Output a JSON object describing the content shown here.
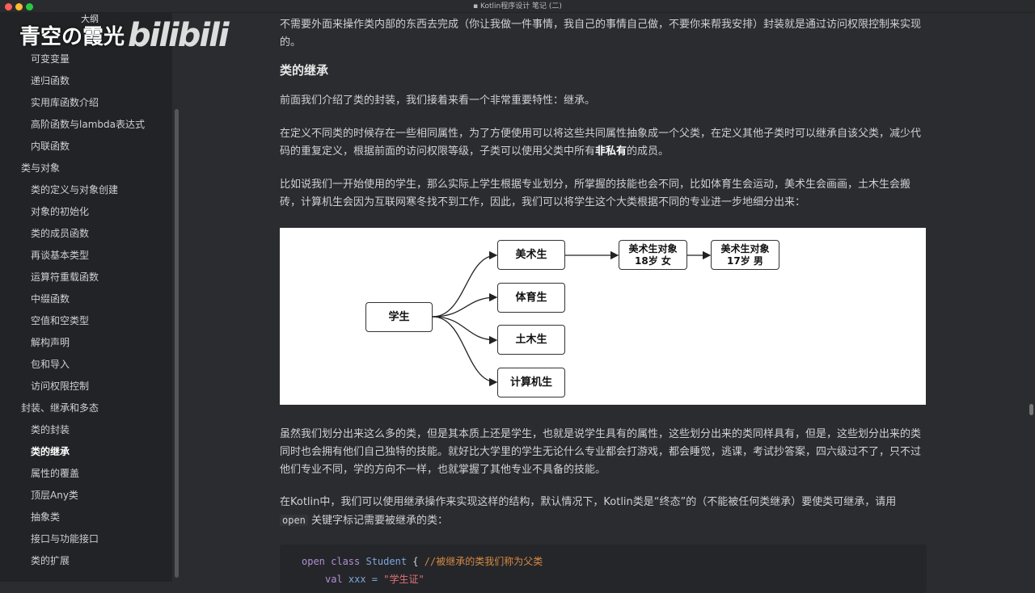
{
  "window": {
    "title": "Kotlin程序设计 笔记 (二)",
    "colors": {
      "close": "#fe5f57",
      "min": "#febc2e",
      "max": "#28c840"
    }
  },
  "watermark": {
    "channel": "青空の霞光",
    "logo": "bilibili",
    "outline_label": "大纲"
  },
  "sidebar": {
    "items": [
      {
        "label": "可变变量",
        "level": 2
      },
      {
        "label": "递归函数",
        "level": 2
      },
      {
        "label": "实用库函数介绍",
        "level": 2
      },
      {
        "label": "高阶函数与lambda表达式",
        "level": 2
      },
      {
        "label": "内联函数",
        "level": 2
      },
      {
        "label": "类与对象",
        "level": 1
      },
      {
        "label": "类的定义与对象创建",
        "level": 2
      },
      {
        "label": "对象的初始化",
        "level": 2
      },
      {
        "label": "类的成员函数",
        "level": 2
      },
      {
        "label": "再谈基本类型",
        "level": 2
      },
      {
        "label": "运算符重载函数",
        "level": 2
      },
      {
        "label": "中缀函数",
        "level": 2
      },
      {
        "label": "空值和空类型",
        "level": 2
      },
      {
        "label": "解构声明",
        "level": 2
      },
      {
        "label": "包和导入",
        "level": 2
      },
      {
        "label": "访问权限控制",
        "level": 2
      },
      {
        "label": "封装、继承和多态",
        "level": 1
      },
      {
        "label": "类的封装",
        "level": 2
      },
      {
        "label": "类的继承",
        "level": 2,
        "active": true
      },
      {
        "label": "属性的覆盖",
        "level": 2
      },
      {
        "label": "顶层Any类",
        "level": 2
      },
      {
        "label": "抽象类",
        "level": 2
      },
      {
        "label": "接口与功能接口",
        "level": 2
      },
      {
        "label": "类的扩展",
        "level": 2
      }
    ]
  },
  "content": {
    "intro_tail": "不需要外面来操作类内部的东西去完成（你让我做一件事情，我自己的事情自己做，不要你来帮我安排）封装就是通过访问权限控制来实现的。",
    "heading": "类的继承",
    "p1": "前面我们介绍了类的封装，我们接着来看一个非常重要特性：继承。",
    "p2a": "在定义不同类的时候存在一些相同属性，为了方便使用可以将这些共同属性抽象成一个父类，在定义其他子类时可以继承自该父类，减少代码的重复定义，根据前面的访问权限等级，子类可以使用父类中所有",
    "p2b": "非私有",
    "p2c": "的成员。",
    "p3": "比如说我们一开始使用的学生，那么实际上学生根据专业划分，所掌握的技能也会不同，比如体育生会运动，美术生会画画，土木生会搬砖，计算机生会因为互联网寒冬找不到工作，因此，我们可以将学生这个大类根据不同的专业进一步地细分出来：",
    "diagram": {
      "root": "学生",
      "children": [
        "美术生",
        "体育生",
        "土木生",
        "计算机生"
      ],
      "objects": [
        [
          "美术生对象",
          "18岁 女"
        ],
        [
          "美术生对象",
          "17岁 男"
        ]
      ]
    },
    "p4": "虽然我们划分出来这么多的类，但是其本质上还是学生，也就是说学生具有的属性，这些划分出来的类同样具有，但是，这些划分出来的类同时也会拥有他们自己独特的技能。就好比大学里的学生无论什么专业都会打游戏，都会睡觉，逃课，考试抄答案，四六级过不了，只不过他们专业不同，学的方向不一样，也就掌握了其他专业不具备的技能。",
    "p5a": "在Kotlin中，我们可以使用继承操作来实现这样的结构，默认情况下，Kotlin类是“终态”的（不能被任何类继承）要使类可继承，请用",
    "p5code": "open",
    "p5b": "关键字标记需要被继承的类：",
    "code": {
      "l1_kw": "open class",
      "l1_cls": "Student",
      "l1_brace": " {  ",
      "l1_comment": "//被继承的类我们称为父类",
      "l2_kw": "val",
      "l2_var": " xxx = ",
      "l2_str": "\"学生证\""
    }
  }
}
